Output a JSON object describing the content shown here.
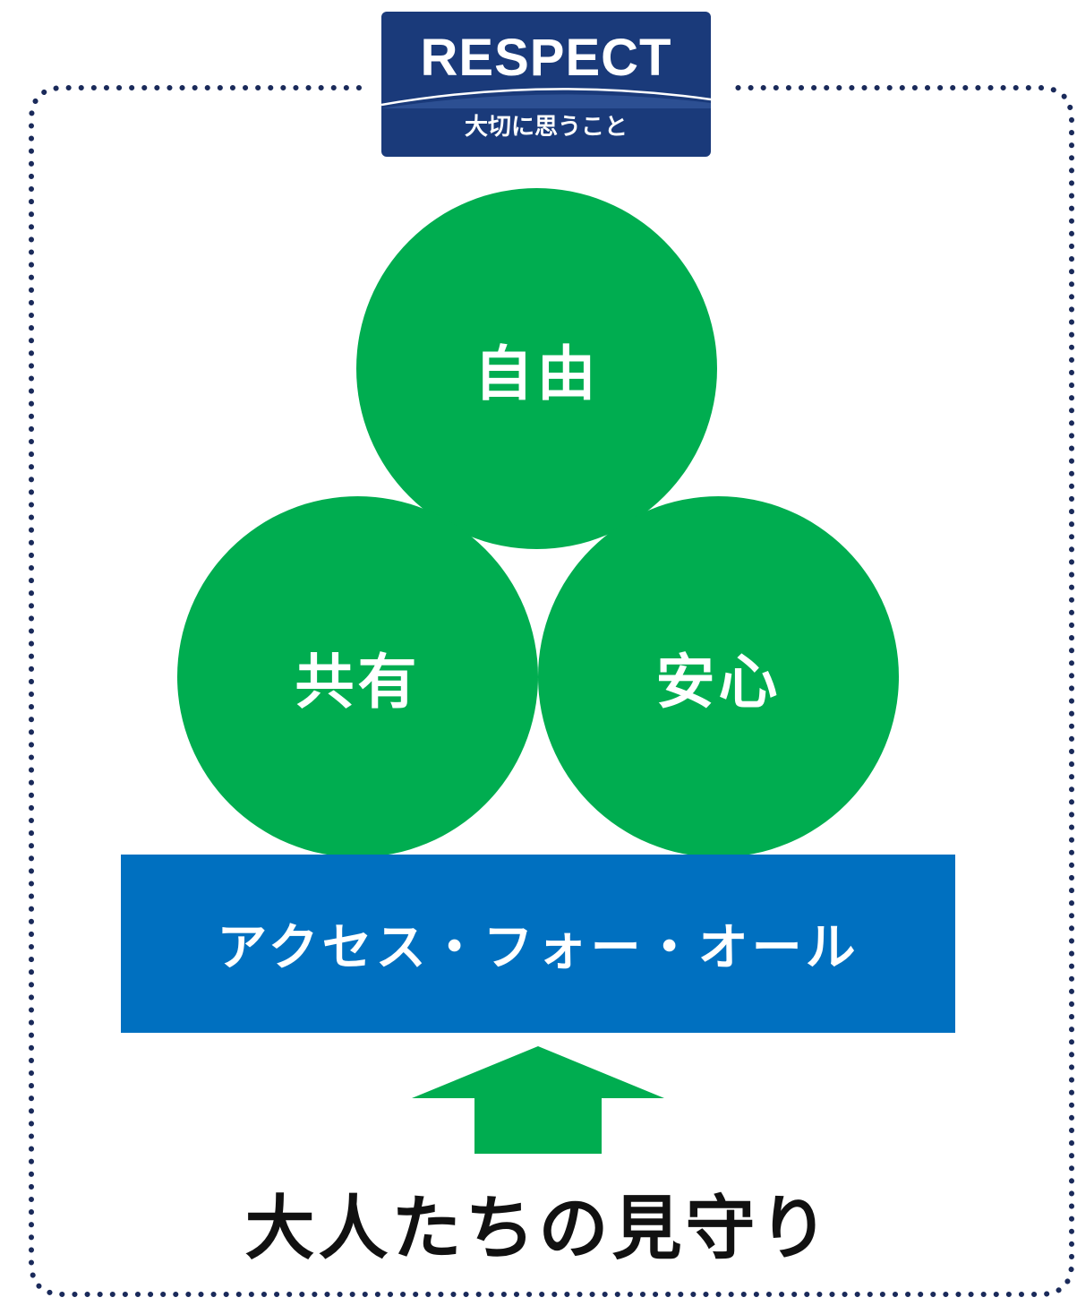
{
  "logo": {
    "title": "RESPECT",
    "subtitle": "大切に思うこと",
    "background_color": "#1a3a7a"
  },
  "circles": {
    "top": "自由",
    "left": "共有",
    "right": "安心",
    "color": "#00ad50"
  },
  "foundation_bar": {
    "label": "アクセス・フォー・オール",
    "color": "#0070c0"
  },
  "arrow": {
    "direction": "up",
    "color": "#00ad50"
  },
  "footer": {
    "label": "大人たちの見守り"
  },
  "border": {
    "style": "dotted",
    "color": "#1a2a5a"
  }
}
